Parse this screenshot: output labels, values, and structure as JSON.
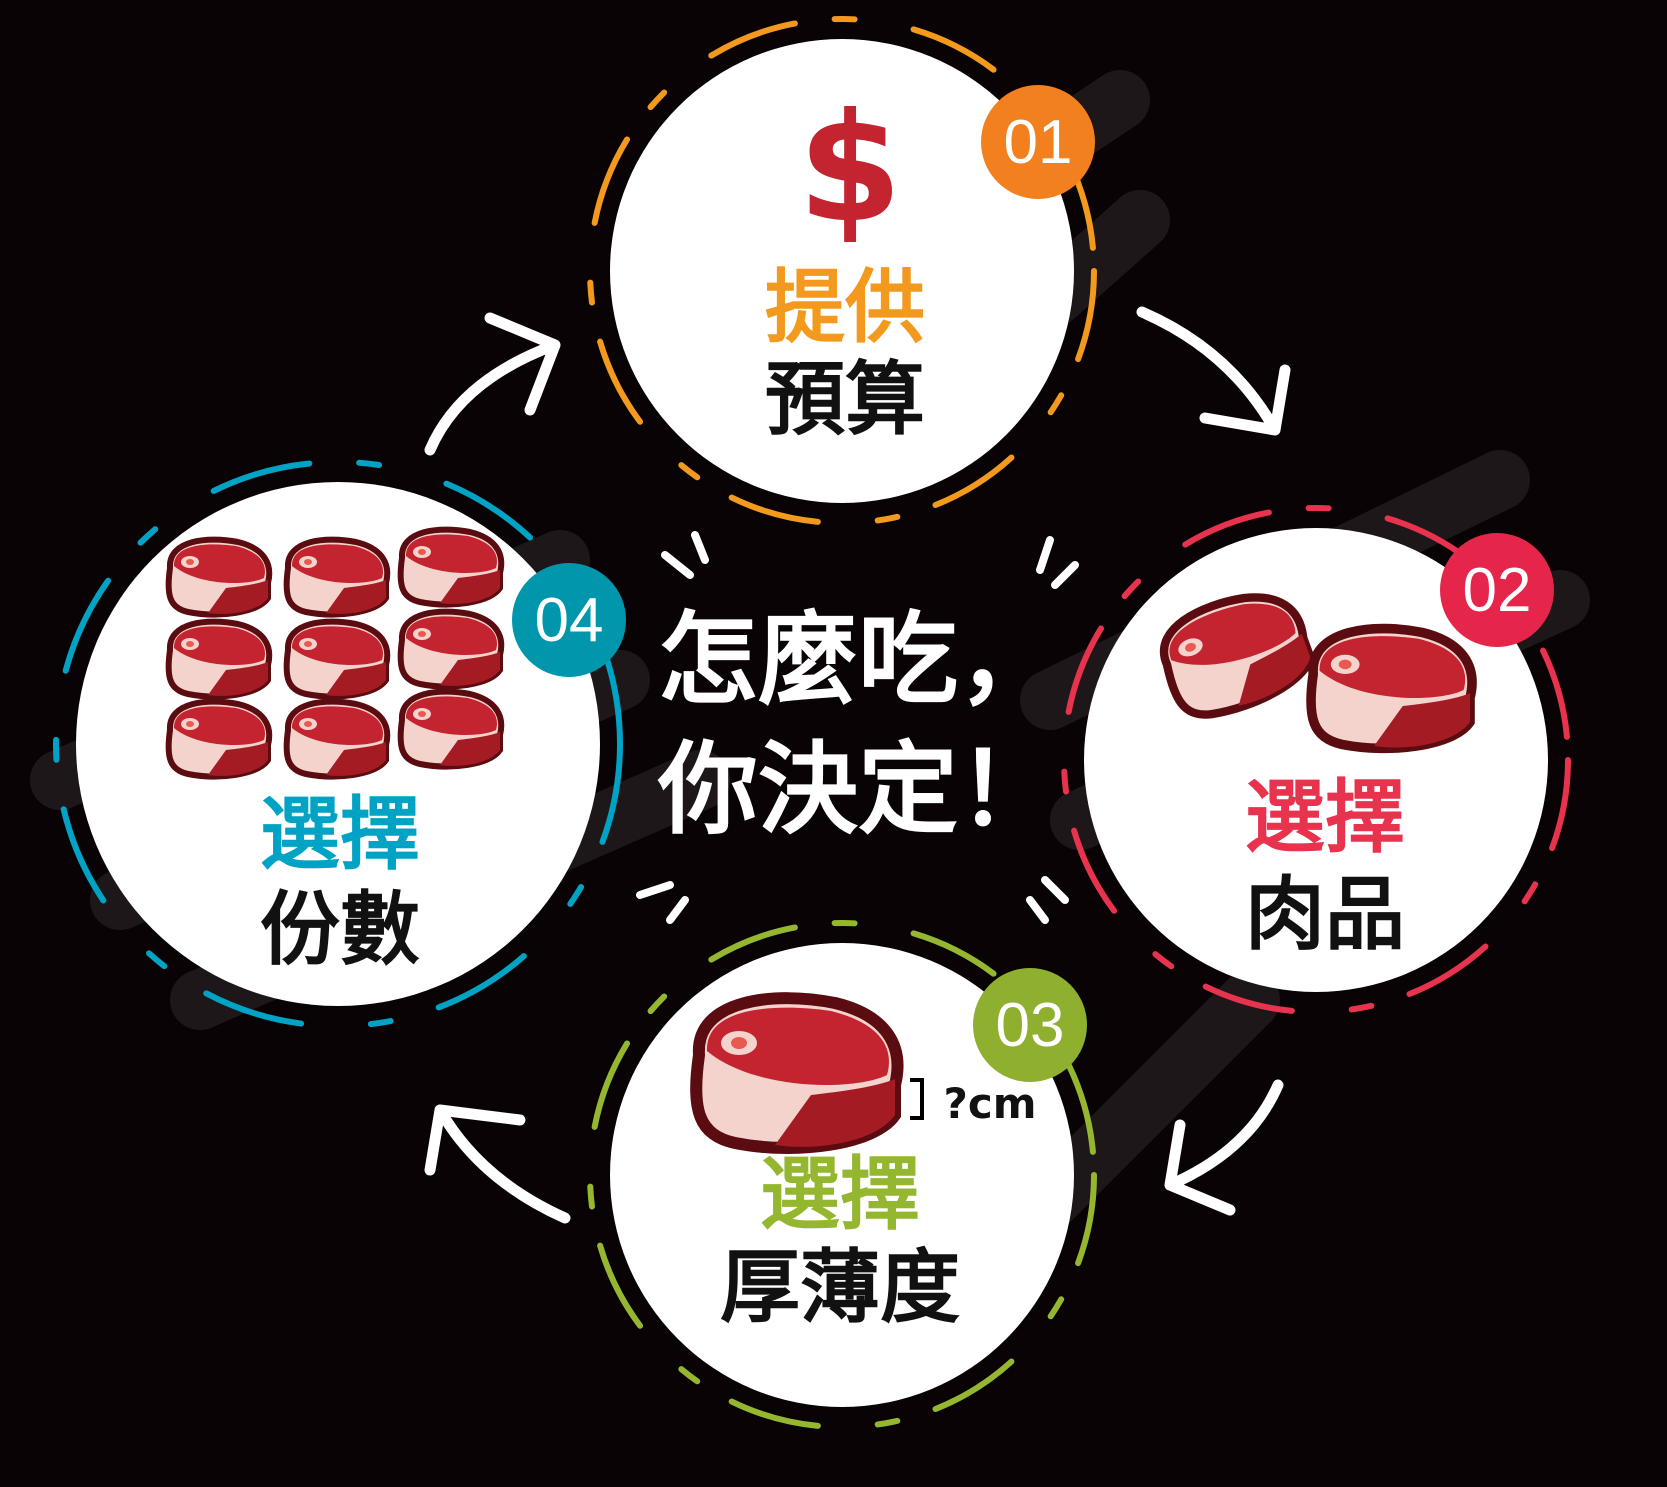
{
  "colors": {
    "orange": "#f39a1e",
    "red": "#e8334f",
    "green": "#95b730",
    "blue": "#00a3c4",
    "badge_orange": "#f3801f",
    "badge_red": "#e6254a",
    "badge_green": "#8fb02e",
    "badge_blue": "#0097ad",
    "background": "#0a0306"
  },
  "center_title": {
    "line1": "怎麼吃，",
    "line2": "你決定！"
  },
  "steps": [
    {
      "number": "01",
      "line1": "提供",
      "line2": "預算",
      "icon": "dollar-icon"
    },
    {
      "number": "02",
      "line1": "選擇",
      "line2": "肉品",
      "icon": "meat-cuts-icon"
    },
    {
      "number": "03",
      "line1": "選擇",
      "line2": "厚薄度",
      "icon": "steak-thickness-icon",
      "thickness_label": "?cm"
    },
    {
      "number": "04",
      "line1": "選擇",
      "line2": "份數",
      "icon": "steak-grid-icon"
    }
  ]
}
